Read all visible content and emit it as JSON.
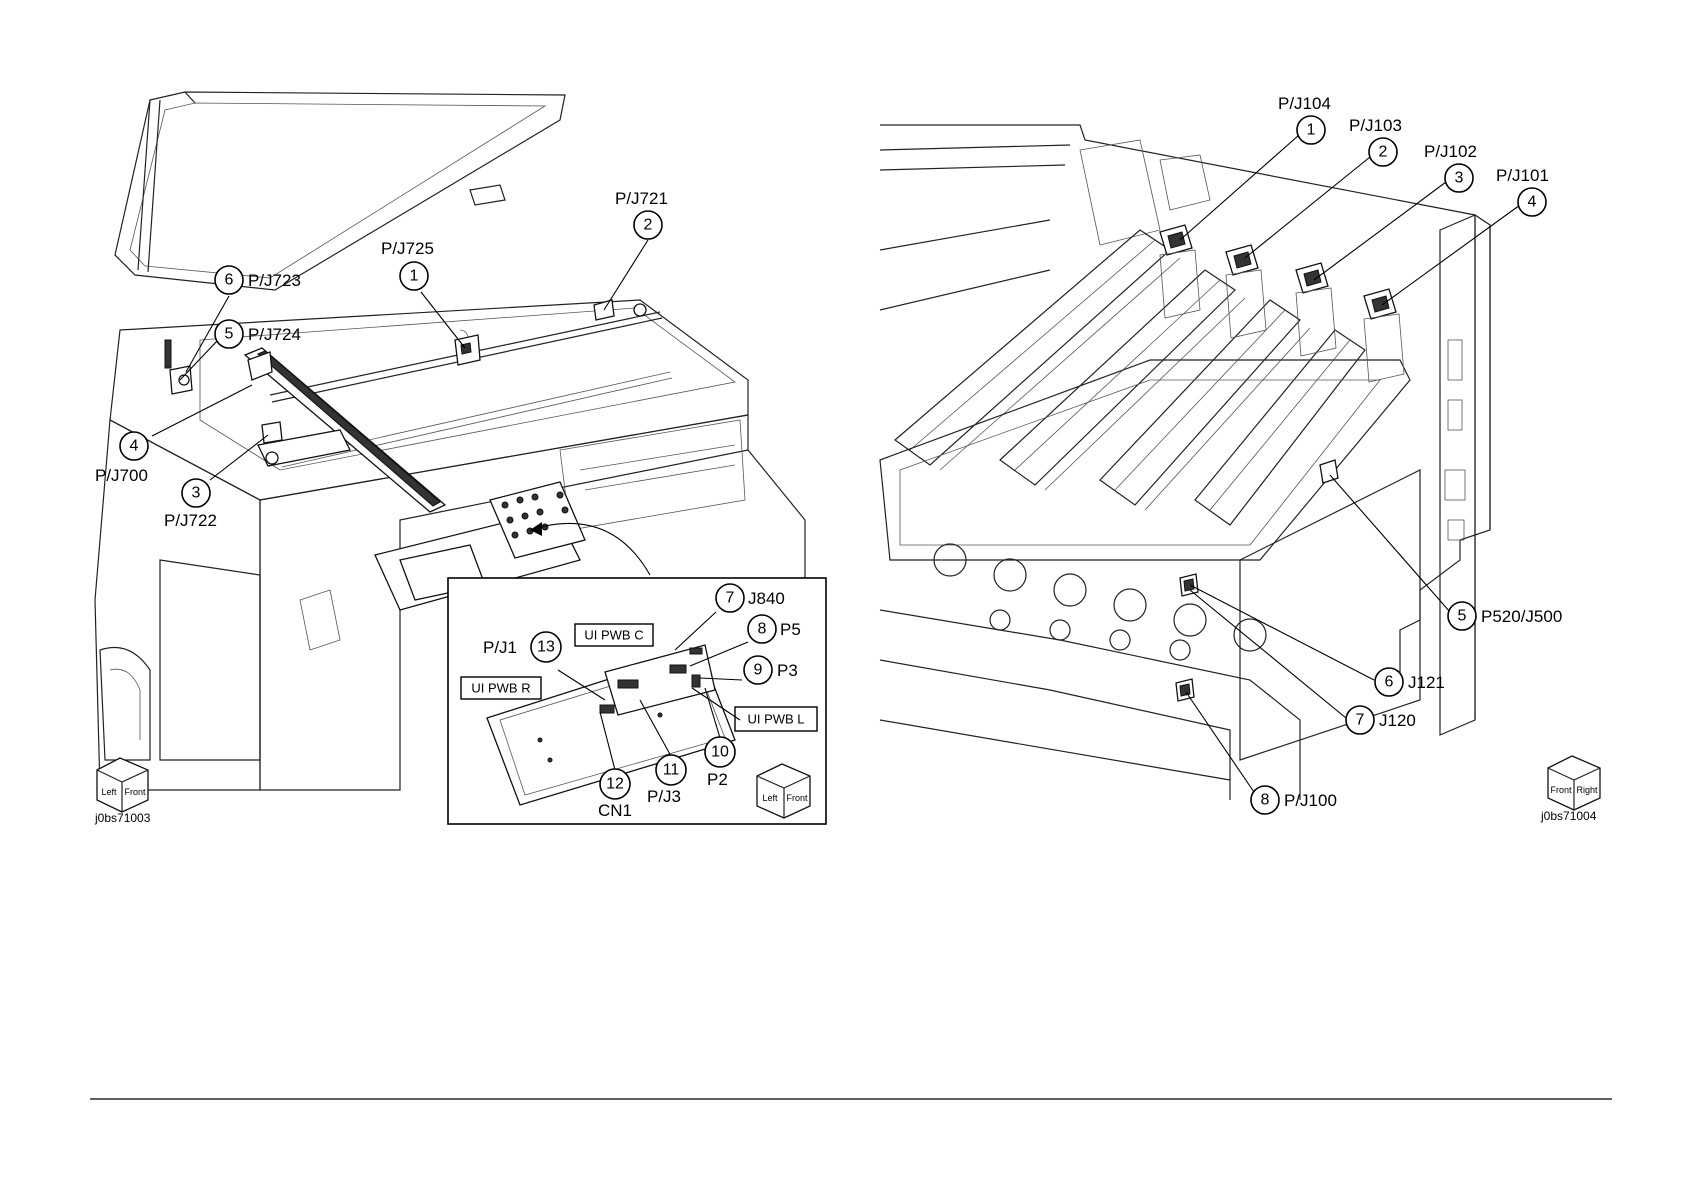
{
  "figure_left": {
    "id": "j0bs71003",
    "callouts": [
      {
        "num": "1",
        "label": "P/J725"
      },
      {
        "num": "2",
        "label": "P/J721"
      },
      {
        "num": "3",
        "label": "P/J722"
      },
      {
        "num": "4",
        "label": "P/J700"
      },
      {
        "num": "5",
        "label": "P/J724"
      },
      {
        "num": "6",
        "label": "P/J723"
      }
    ],
    "inset": {
      "callouts": [
        {
          "num": "7",
          "label": "J840"
        },
        {
          "num": "8",
          "label": "P5"
        },
        {
          "num": "9",
          "label": "P3"
        },
        {
          "num": "10",
          "label": "P2"
        },
        {
          "num": "11",
          "label": "P/J3"
        },
        {
          "num": "12",
          "label": "CN1"
        },
        {
          "num": "13",
          "label": "P/J1"
        }
      ],
      "boards": [
        "UI PWB C",
        "UI PWB R",
        "UI PWB L"
      ]
    },
    "orientation": [
      "Left",
      "Front"
    ],
    "inset_orientation": [
      "Left",
      "Front"
    ]
  },
  "figure_right": {
    "id": "j0bs71004",
    "callouts": [
      {
        "num": "1",
        "label": "P/J104"
      },
      {
        "num": "2",
        "label": "P/J103"
      },
      {
        "num": "3",
        "label": "P/J102"
      },
      {
        "num": "4",
        "label": "P/J101"
      },
      {
        "num": "5",
        "label": "P520/J500"
      },
      {
        "num": "6",
        "label": "J121"
      },
      {
        "num": "7",
        "label": "J120"
      },
      {
        "num": "8",
        "label": "P/J100"
      }
    ],
    "orientation": [
      "Front",
      "Right"
    ]
  }
}
